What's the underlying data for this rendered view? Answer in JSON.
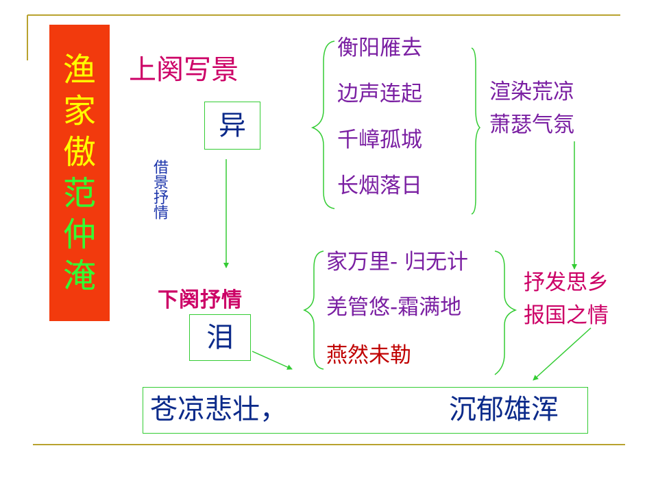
{
  "title": {
    "chars": [
      "渔",
      "家",
      "傲",
      "范",
      "仲",
      "淹"
    ],
    "colors": [
      "#ffff00",
      "#ffff00",
      "#ffff00",
      "#33ff33",
      "#33ff33",
      "#33ff33"
    ]
  },
  "upper": {
    "label": "上阕写景",
    "key": "异",
    "lines": [
      "衡阳雁去",
      "边声连起",
      "千嶂孤城",
      "长烟落日"
    ],
    "summary": [
      "渲染荒凉",
      "萧瑟气氛"
    ]
  },
  "transition": "借景抒情",
  "lower": {
    "label": "下阕抒情",
    "key": "泪",
    "lines": [
      "家万里- 归无计",
      "羌管悠-霜满地",
      "燕然未勒"
    ],
    "summary": [
      "抒发思乡",
      "报国之情"
    ]
  },
  "conclusion": {
    "left": "苍凉悲壮，",
    "right": "沉郁雄浑"
  },
  "colors": {
    "upper_text": "#7a1fa2",
    "lower_line_purple": "#7a1fa2",
    "lower_line_red": "#c00000",
    "label_magenta": "#cc0066",
    "key_blue": "#0b2a8a",
    "arrow_green": "#33cc33",
    "rule_gold": "#b8a22e"
  }
}
